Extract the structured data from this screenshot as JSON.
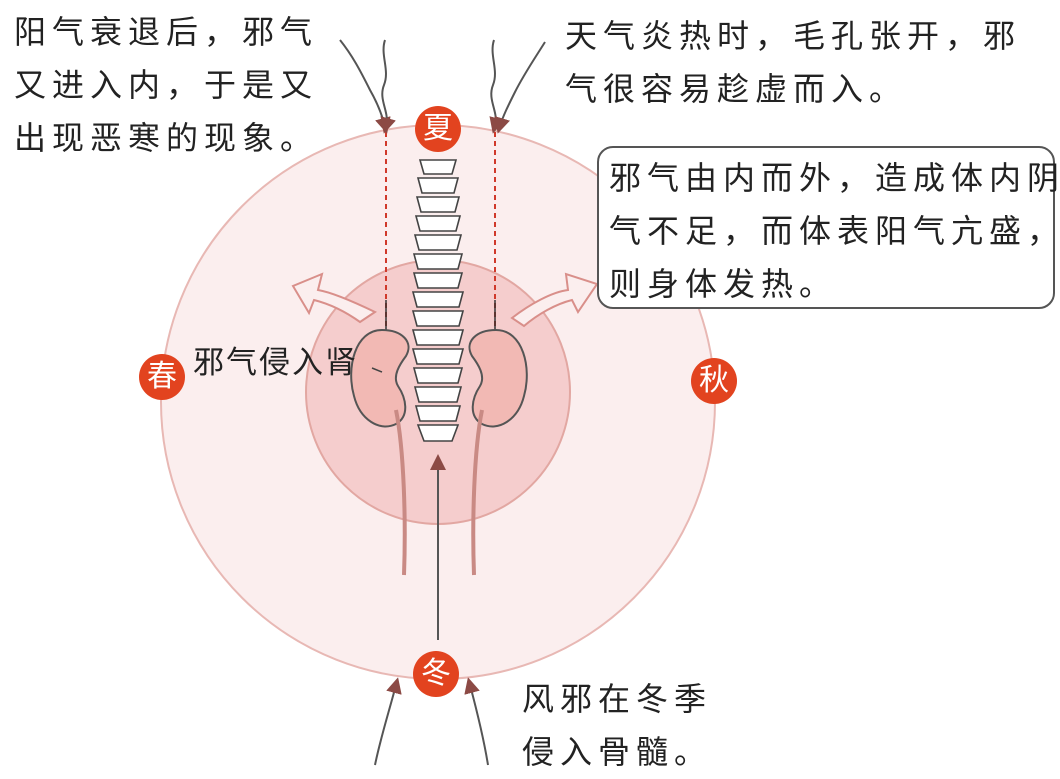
{
  "annotations": {
    "top_left": [
      "阳气衰退后，邪气",
      "又进入内，于是又",
      "出现恶寒的现象。"
    ],
    "top_right": [
      "天气炎热时，毛孔张开，邪",
      "气很容易趁虚而入。"
    ],
    "callout": [
      "邪气由内而外，造成体内阴",
      "气不足，而体表阳气亢盛，",
      "则身体发热。"
    ],
    "kidney_label": "邪气侵入肾",
    "bottom_right": [
      "风邪在冬季",
      "侵入骨髓。"
    ]
  },
  "seasons": {
    "summer": "夏",
    "spring": "春",
    "autumn": "秋",
    "winter": "冬"
  },
  "colors": {
    "season_badge": "#e2431f",
    "outer_circle_fill": "#fbeeee",
    "inner_circle_fill": "#f5cdcd",
    "kidney_fill": "#f2b9b4",
    "arrow": "#d98f8a",
    "dashed_line": "#d0392b"
  }
}
